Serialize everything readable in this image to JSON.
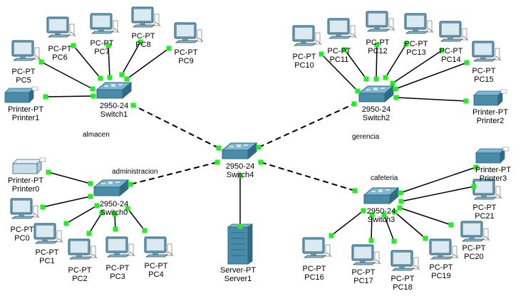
{
  "colors": {
    "link": "#000000",
    "port": "#22ee22",
    "device": "#4a8ca8",
    "device_dark": "#2f6a86",
    "printer_light": "#c8dde6"
  },
  "areas": {
    "almacen": "almacen",
    "gerencia": "gerencia",
    "administracion": "administracion",
    "cafeteria": "cafeteria"
  },
  "devices": {
    "switch4": {
      "type": "2950-24",
      "name": "Switch4"
    },
    "switch1": {
      "type": "2950-24",
      "name": "Switch1"
    },
    "switch2": {
      "type": "2950-24",
      "name": "Switch2"
    },
    "switch0": {
      "type": "2950-24",
      "name": "Switch0"
    },
    "switch3": {
      "type": "2950-24",
      "name": "Switch3"
    },
    "server1": {
      "type": "Server-PT",
      "name": "Server1"
    },
    "printer0": {
      "type": "Printer-PT",
      "name": "Printer0"
    },
    "printer1": {
      "type": "Printer-PT",
      "name": "Printer1"
    },
    "printer2": {
      "type": "Printer-PT",
      "name": "Printer2"
    },
    "printer3": {
      "type": "Printer-PT",
      "name": "Printer3"
    },
    "pc0": {
      "type": "PC-PT",
      "name": "PC0"
    },
    "pc1": {
      "type": "PC-PT",
      "name": "PC1"
    },
    "pc2": {
      "type": "PC-PT",
      "name": "PC2"
    },
    "pc3": {
      "type": "PC-PT",
      "name": "PC3"
    },
    "pc4": {
      "type": "PC-PT",
      "name": "PC4"
    },
    "pc5": {
      "type": "PC-PT",
      "name": "PC5"
    },
    "pc6": {
      "type": "PC-PT",
      "name": "PC6"
    },
    "pc7": {
      "type": "PC-PT",
      "name": "PC7"
    },
    "pc8": {
      "type": "PC-PT",
      "name": "PC8"
    },
    "pc9": {
      "type": "PC-PT",
      "name": "PC9"
    },
    "pc10": {
      "type": "PC-PT",
      "name": "PC10"
    },
    "pc11": {
      "type": "PC-PT",
      "name": "PC11"
    },
    "pc12": {
      "type": "PC-PT",
      "name": "PC12"
    },
    "pc13": {
      "type": "PC-PT",
      "name": "PC13"
    },
    "pc14": {
      "type": "PC-PT",
      "name": "PC14"
    },
    "pc15": {
      "type": "PC-PT",
      "name": "PC15"
    },
    "pc16": {
      "type": "PC-PT",
      "name": "PC16"
    },
    "pc17": {
      "type": "PC-PT",
      "name": "PC17"
    },
    "pc18": {
      "type": "PC-PT",
      "name": "PC18"
    },
    "pc19": {
      "type": "PC-PT",
      "name": "PC19"
    },
    "pc20": {
      "type": "PC-PT",
      "name": "PC20"
    },
    "pc21": {
      "type": "PC-PT",
      "name": "PC21"
    }
  }
}
